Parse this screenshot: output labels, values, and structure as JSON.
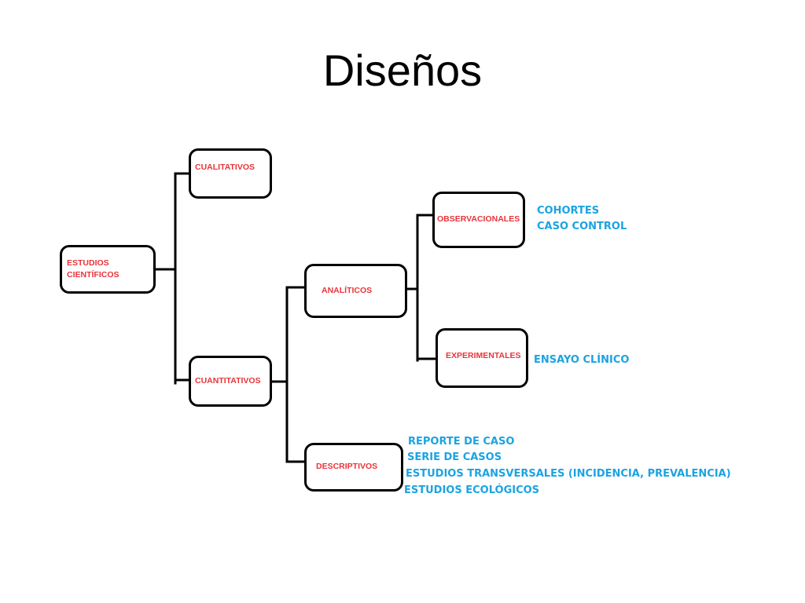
{
  "title": "Diseños",
  "colors": {
    "node_text": "#e8343a",
    "leaf_text": "#1ba3e2",
    "line": "#000000"
  },
  "nodes": {
    "root": {
      "line1": "ESTUDIOS",
      "line2": "CIENTÍFICOS"
    },
    "qualitative": "CUALITATIVOS",
    "quantitative": "CUANTITATIVOS",
    "analytic": "ANALÍTICOS",
    "descriptive": "DESCRIPTIVOS",
    "observational": "OBSERVACIONALES",
    "experimental": "EXPERIMENTALES"
  },
  "leaves": {
    "observational": [
      "COHORTES",
      "CASO CONTROL"
    ],
    "experimental": [
      "ENSAYO CLÍNICO"
    ],
    "descriptive": [
      "REPORTE DE CASO",
      "SERIE DE CASOS",
      "ESTUDIOS TRANSVERSALES (INCIDENCIA, PREVALENCIA)",
      "ESTUDIOS ECOLÓGICOS"
    ]
  }
}
